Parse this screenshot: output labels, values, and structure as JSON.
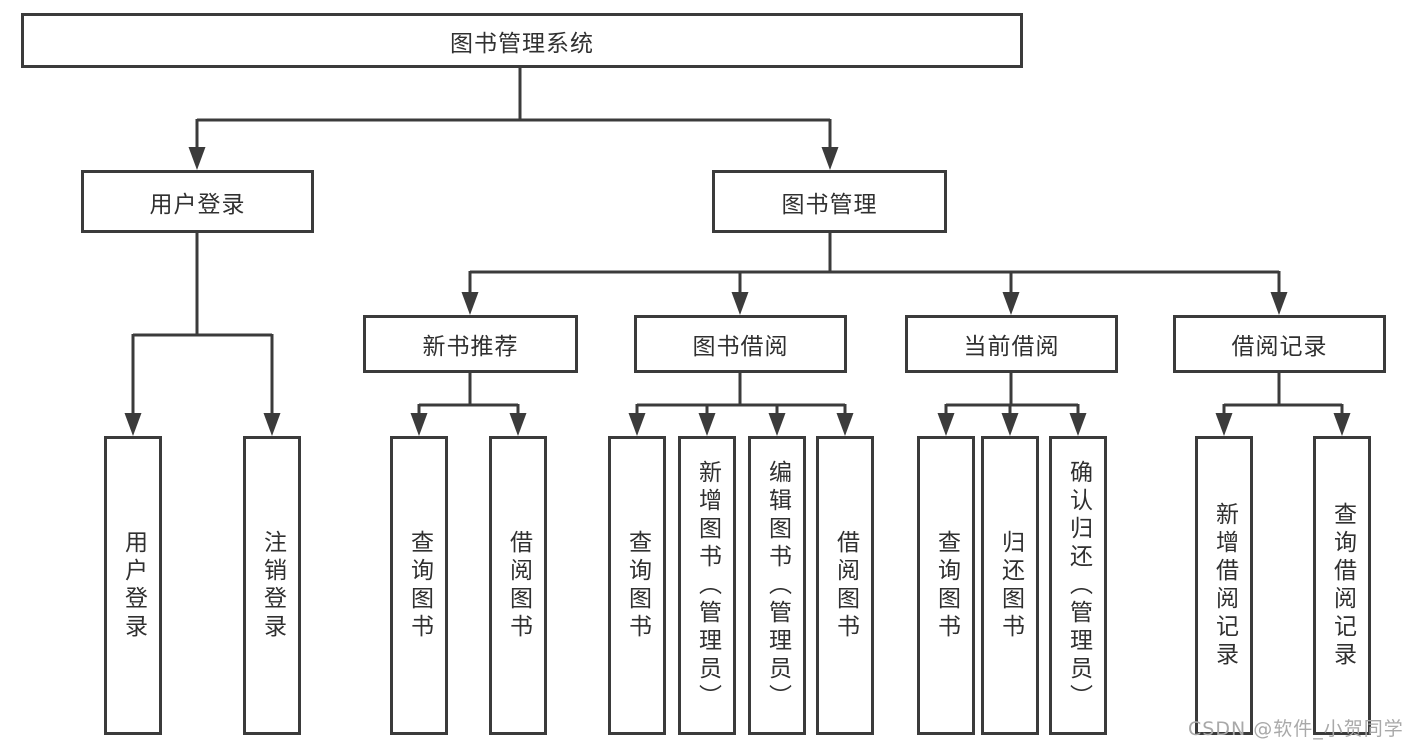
{
  "diagram": {
    "root": {
      "label": "图书管理系统"
    },
    "level2": {
      "user_login": {
        "label": "用户登录"
      },
      "book_mgmt": {
        "label": "图书管理"
      }
    },
    "level3": {
      "new_book": {
        "label": "新书推荐"
      },
      "book_borrow": {
        "label": "图书借阅"
      },
      "current_borrow": {
        "label": "当前借阅"
      },
      "borrow_record": {
        "label": "借阅记录"
      }
    },
    "leaves": {
      "user_login": [
        "用户登录",
        "注销登录"
      ],
      "new_book": [
        "查询图书",
        "借阅图书"
      ],
      "book_borrow": [
        "查询图书",
        "新增图书（管理员）",
        "编辑图书（管理员）",
        "借阅图书"
      ],
      "current_borrow": [
        "查询图书",
        "归还图书",
        "确认归还（管理员）"
      ],
      "borrow_record": [
        "新增借阅记录",
        "查询借阅记录"
      ]
    },
    "watermark": "CSDN @软件_小贺同学",
    "colors": {
      "line": "#3b3b3b",
      "text": "#303030",
      "watermark": "#a9a9a9",
      "background": "#ffffff"
    }
  }
}
